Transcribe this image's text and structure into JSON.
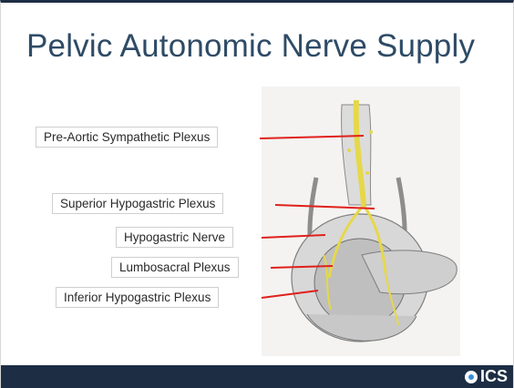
{
  "slide": {
    "title": "Pelvic Autonomic Nerve Supply"
  },
  "labels": [
    "Pre-Aortic Sympathetic Plexus",
    "Superior Hypogastric Plexus",
    "Hypogastric Nerve",
    "Lumbosacral Plexus",
    "Inferior Hypogastric Plexus"
  ],
  "footer": {
    "logo_text": "ICS"
  },
  "colors": {
    "title": "#2e4b66",
    "footer_bg": "#1d2d44",
    "pointer_line": "#e0201b",
    "nerve": "#e6d84a"
  },
  "icons": {
    "logo": "ics-logo-icon"
  }
}
